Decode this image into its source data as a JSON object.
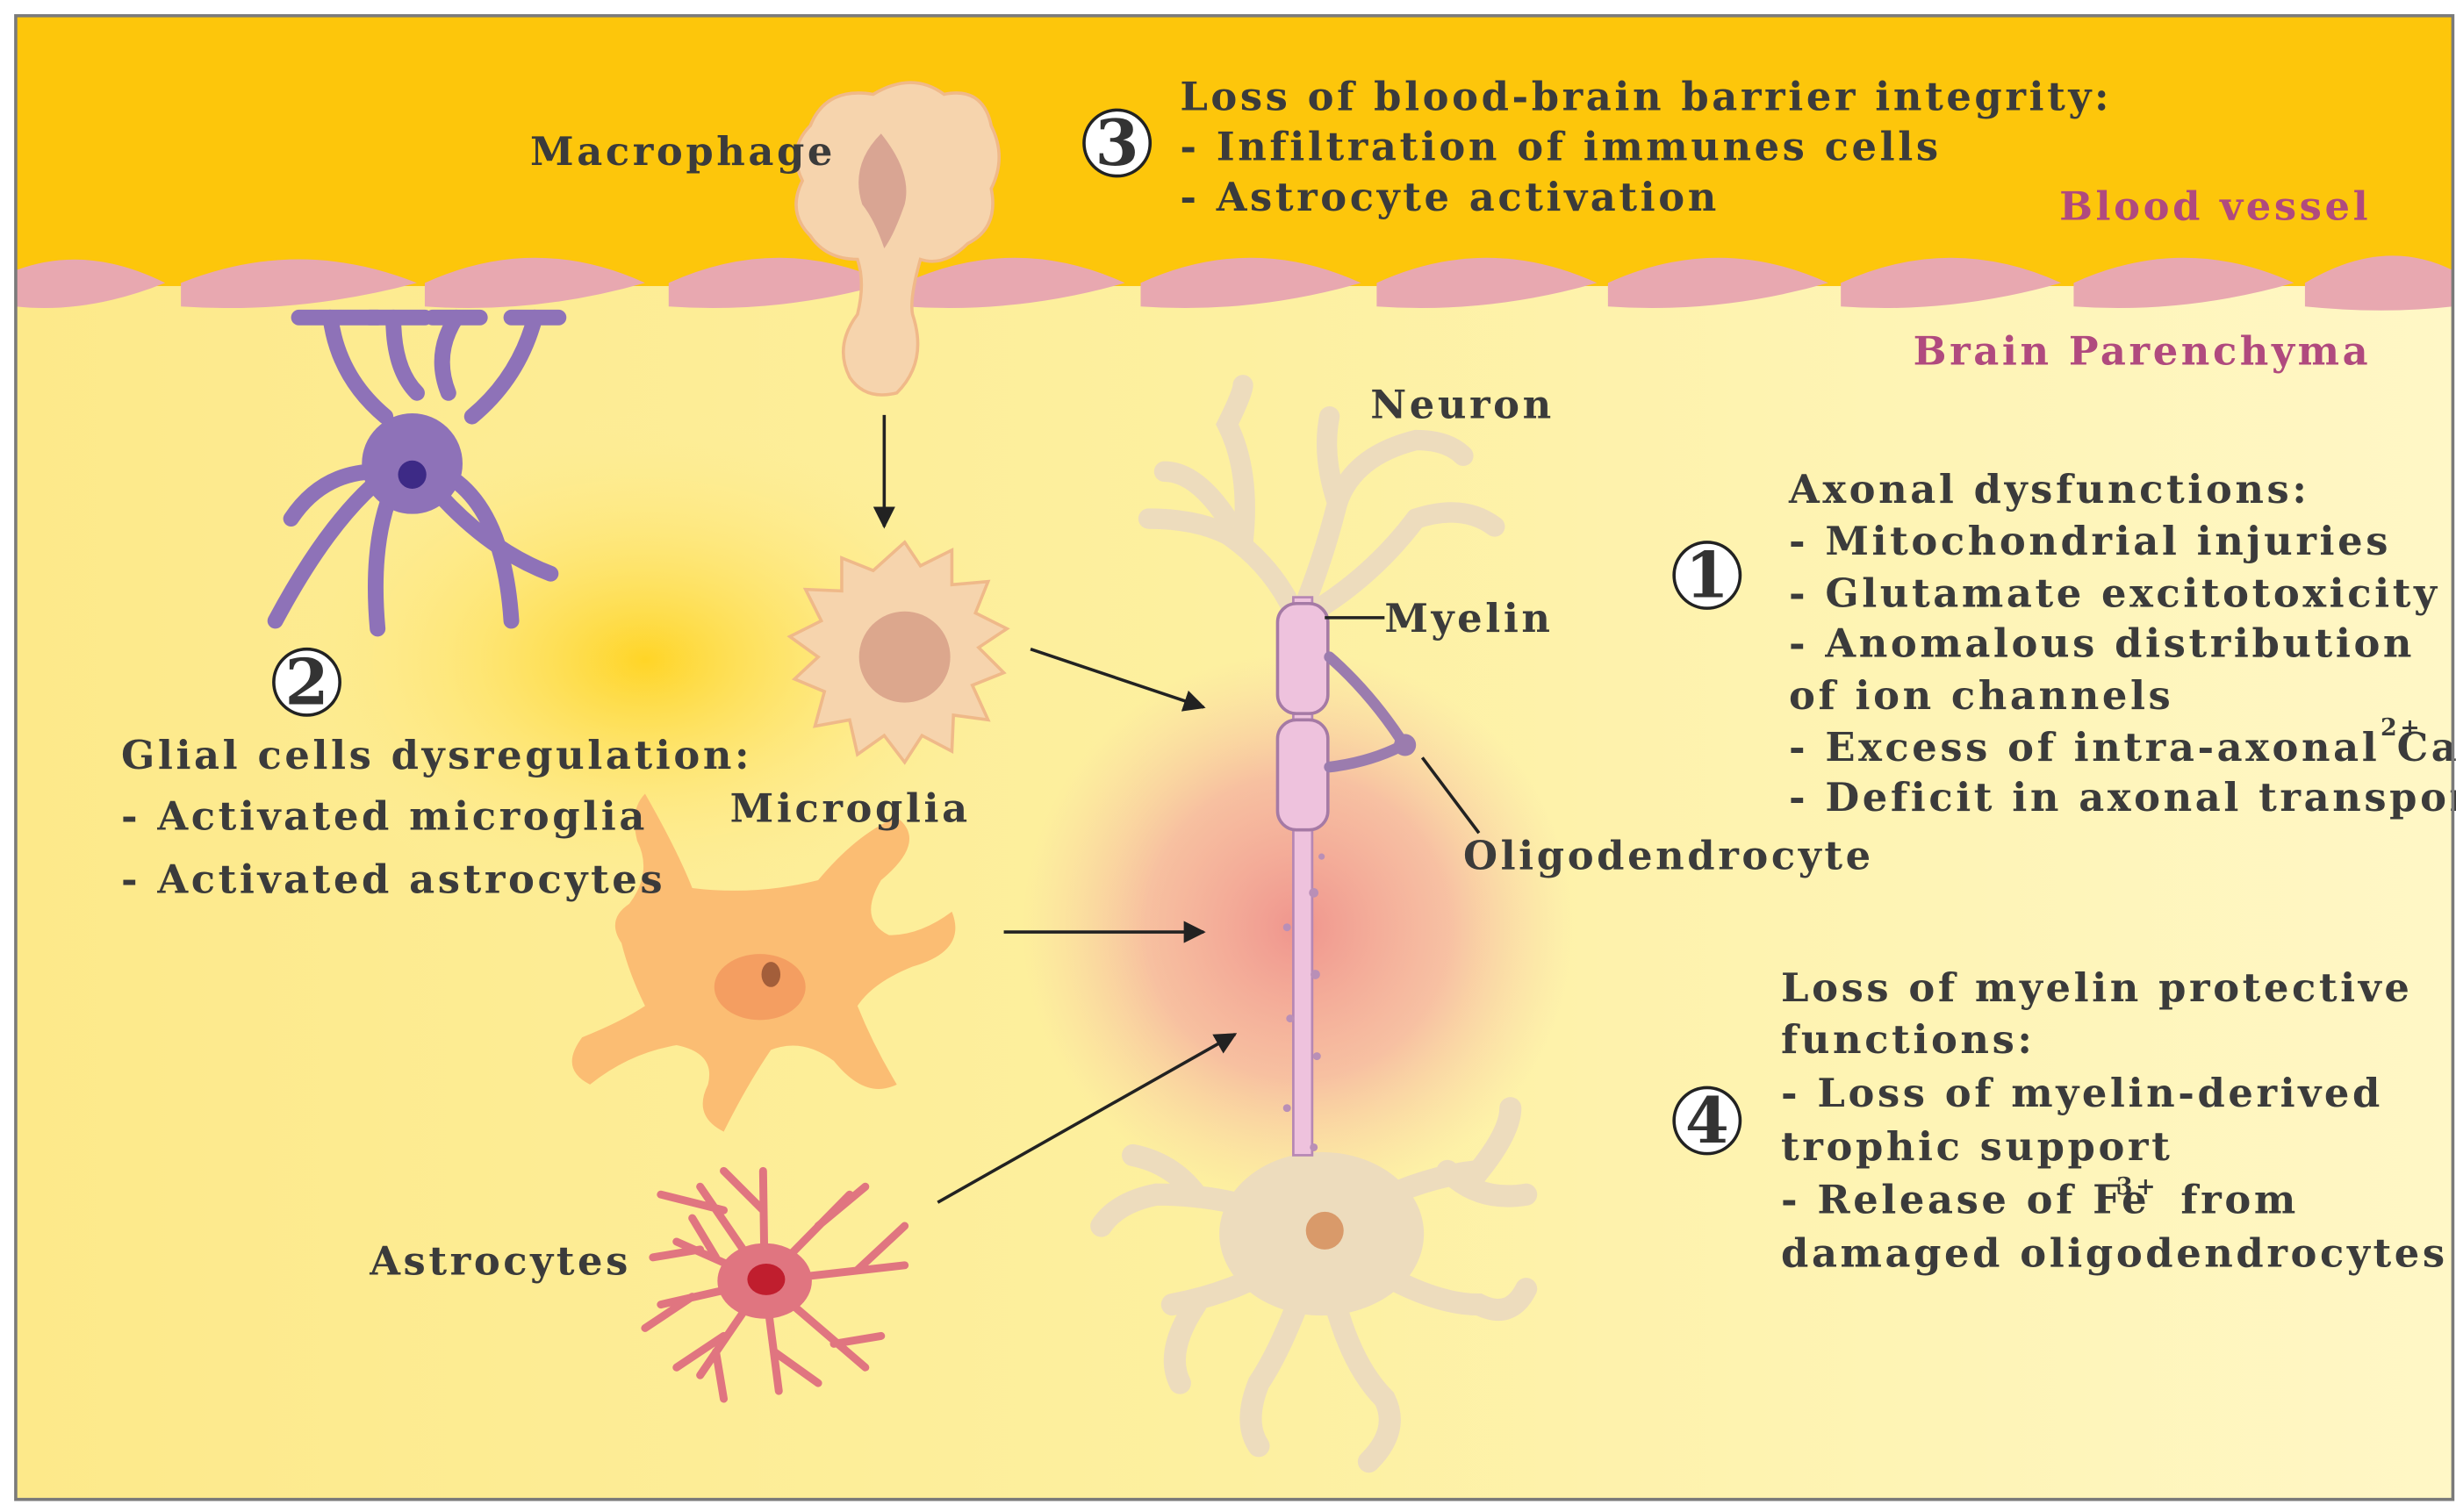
{
  "labels": {
    "macrophage": "Macrophage",
    "blood_vessel": "Blood vessel",
    "brain_parenchyma": "Brain Parenchyma",
    "neuron": "Neuron",
    "myelin": "Myelin",
    "microglia": "Microglia",
    "oligodendrocyte": "Oligodendrocyte",
    "astrocytes": "Astrocytes"
  },
  "steps": {
    "one": {
      "number": "1",
      "title": "Axonal dysfunctions:",
      "items": [
        "- Mitochondrial injuries",
        "- Glutamate excitotoxicity",
        "- Anomalous distribution",
        "of ion channels",
        "- Excess of intra-axonal Ca",
        "- Deficit in axonal transport"
      ],
      "superscript": "2+"
    },
    "two": {
      "number": "2",
      "title": "Glial cells dysregulation:",
      "items": [
        "- Activated microglia",
        "- Activated astrocytes"
      ]
    },
    "three": {
      "number": "3",
      "title": "Loss of blood-brain barrier integrity:",
      "items": [
        "- Infiltration of immunes cells",
        "- Astrocyte activation"
      ]
    },
    "four": {
      "number": "4",
      "lines": [
        "Loss of myelin protective",
        "functions:",
        "- Loss of myelin-derived",
        "trophic support",
        "- Release of Fe",
        "from",
        "damaged oligodendrocytes"
      ],
      "superscript": "3+"
    }
  },
  "colors": {
    "blood_vessel": "#fdc60b",
    "parenchyma": "#fef3a8",
    "endothelium": "#e8a8b0",
    "astrocyte_endfoot": "#8e72b8",
    "macrophage": "#f6d4ad",
    "microglia": "#f6d4ad",
    "activated_astrocyte": "#fbbd73",
    "reactive_astrocyte": "#e07580",
    "neuron": "#eddcbd",
    "myelin": "#eec2dd",
    "lesion": "#f08c8c"
  }
}
